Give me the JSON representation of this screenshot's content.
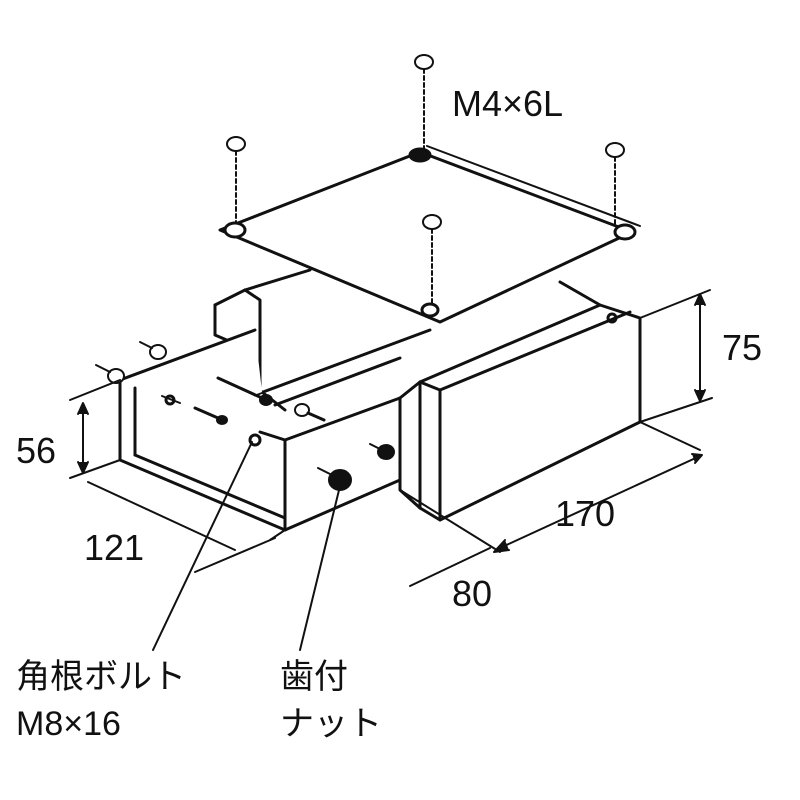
{
  "diagram": {
    "screw_label": "M4×6L",
    "dimensions": {
      "height_right": "75",
      "height_left": "56",
      "width_left": "121",
      "length_right": "170",
      "width_front": "80"
    },
    "parts": {
      "bolt_line1": "角根ボルト",
      "bolt_line2": "M8×16",
      "nut_line1": "歯付",
      "nut_line2": "ナット"
    },
    "colors": {
      "stroke": "#111111",
      "background": "#ffffff"
    }
  }
}
